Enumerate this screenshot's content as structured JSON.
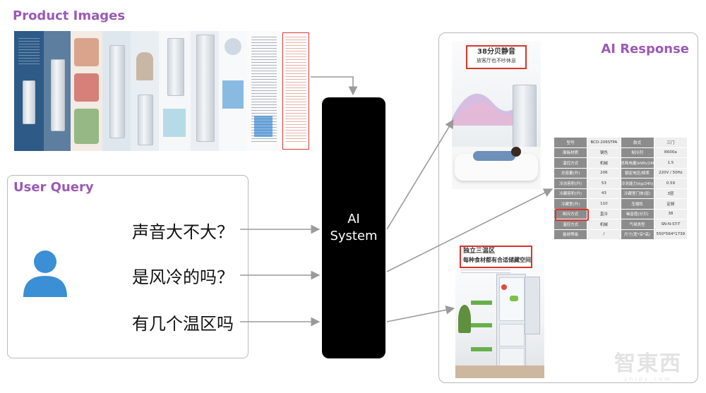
{
  "titles": {
    "product_images": "Product Images",
    "user_query": "User Query",
    "ai_response": "AI Response"
  },
  "ai_system": {
    "line1": "AI",
    "line2": "System"
  },
  "queries": [
    "声音大不大？",
    "是风冷的吗？",
    "有几个温区吗"
  ],
  "response_images": {
    "noise_headline": "38分贝静音",
    "noise_sub": "放客厅也不吵休息",
    "zones_headline": "独立三温区",
    "zones_sub": "每种食材都有合适储藏空间"
  },
  "spec_table": {
    "rows": [
      [
        "型号",
        "BCD-206STPA",
        "款式",
        "三门"
      ],
      [
        "面板材质",
        "钢色",
        "制冷剂",
        "R600a"
      ],
      [
        "温控方式",
        "机械",
        "总耗电量(kWh/24h)",
        "1.5"
      ],
      [
        "总容量(升)",
        "206",
        "额定电压/频率",
        "220V / 50Hz"
      ],
      [
        "冷冻容积(升)",
        "53",
        "冷冻能力(kg/24h)",
        "0.59"
      ],
      [
        "冷藏容积(升)",
        "43",
        "冷藏室门体(层)",
        "3层"
      ],
      [
        "冷藏室(升)",
        "110",
        "压缩机",
        "定频"
      ],
      [
        "制冷方式",
        "直冷",
        "噪音值(分贝)",
        "38"
      ],
      [
        "温控方式",
        "机械",
        "气候类型",
        "SN-N-ST-T"
      ],
      [
        "能效等级",
        "/",
        "尺寸(宽*深*高)",
        "550*564*1739"
      ]
    ],
    "highlight_row": 7
  },
  "watermark": {
    "text": "智東西",
    "sub": "zhidx.com"
  },
  "colors": {
    "title_purple": "#9b59b6",
    "ai_block": "#000000",
    "arrow_gray": "#9a9a9a",
    "person_blue": "#3b8fd4",
    "highlight_red": "#d9342b"
  }
}
